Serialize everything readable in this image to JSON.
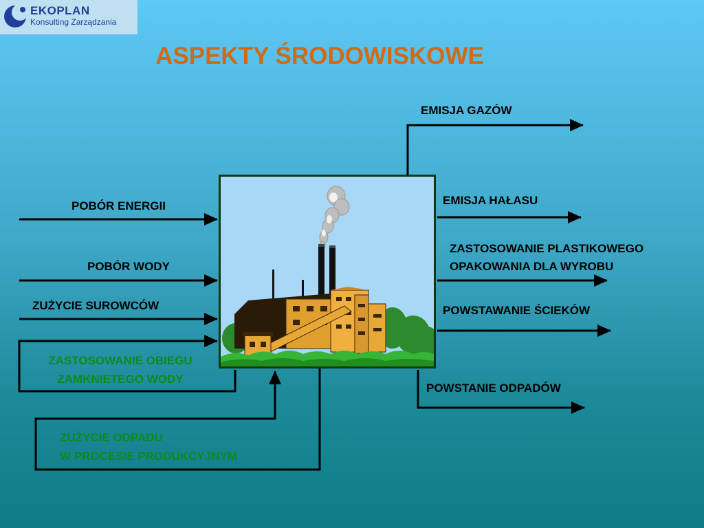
{
  "logo": {
    "name": "EKOPLAN",
    "subtitle": "Konsulting Zarządzania"
  },
  "title": "ASPEKTY ŚRODOWISKOWE",
  "inputs": {
    "energy": "POBÓR ENERGII",
    "water": "POBÓR WODY",
    "materials": "ZUŻYCIE SUROWCÓW",
    "closed_loop_line1": "ZASTOSOWANIE OBIEGU",
    "closed_loop_line2": "ZAMKNIETEGO WODY",
    "waste_reuse_line1": "ZUŻYCIE ODPADU",
    "waste_reuse_line2": "W PROCESIE PRODUKCYJNYM"
  },
  "outputs": {
    "gases": "EMISJA GAZÓW",
    "noise": "EMISJA HAŁASU",
    "packaging_line1": "ZASTOSOWANIE PLASTIKOWEGO",
    "packaging_line2": "OPAKOWANIA DLA WYROBU",
    "sewage": "POWSTAWANIE ŚCIEKÓW",
    "waste": "POWSTANIE ODPADÓW"
  },
  "colors": {
    "title": "#d06a14",
    "green_text": "#0a8c1c",
    "arrow": "#000000",
    "box_border": "#0b3a10"
  }
}
